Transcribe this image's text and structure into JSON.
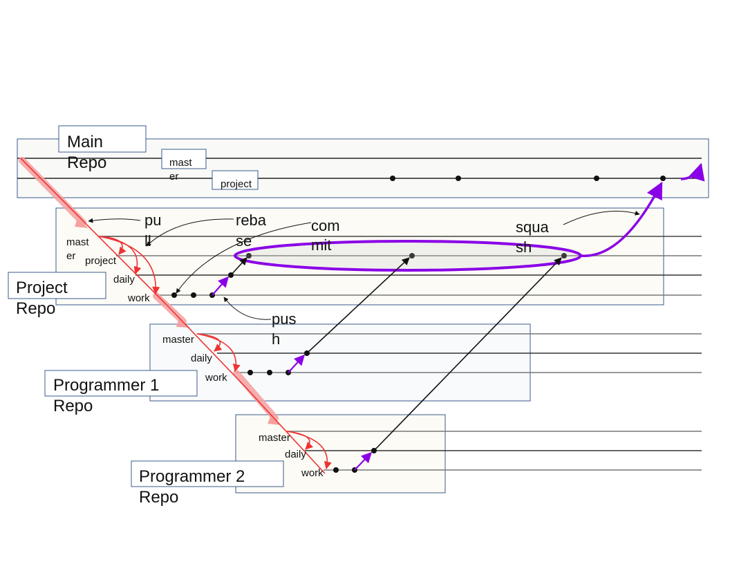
{
  "repos": {
    "main": {
      "title_1": "Main",
      "title_2": "Repo",
      "branch_master_1": "mast",
      "branch_master_2": "er",
      "branch_project": "project"
    },
    "project": {
      "title_1": "Project",
      "title_2": "Repo",
      "branch_master_1": "mast",
      "branch_master_2": "er",
      "branch_project": "project",
      "branch_daily": "daily",
      "branch_work": "work"
    },
    "programmer1": {
      "title_1": "Programmer 1",
      "title_2": "Repo",
      "branch_master": "master",
      "branch_daily": "daily",
      "branch_work": "work"
    },
    "programmer2": {
      "title_1": "Programmer 2",
      "title_2": "Repo",
      "branch_master": "master",
      "branch_daily": "daily",
      "branch_work": "work"
    }
  },
  "annotations": {
    "pull_1": "pu",
    "pull_2": "ll",
    "rebase_1": "reba",
    "rebase_2": "se",
    "commit_1": "com",
    "commit_2": "mit",
    "squash_1": "squa",
    "squash_2": "sh",
    "push_1": "pus",
    "push_2": "h"
  },
  "colors": {
    "pull": "#ee3333",
    "pull_flow": "#f6a0a0",
    "push": "#8a00e6",
    "commit": "#111111",
    "box_border": "#3a5a8c",
    "box_fill": "#fcfbf5"
  }
}
